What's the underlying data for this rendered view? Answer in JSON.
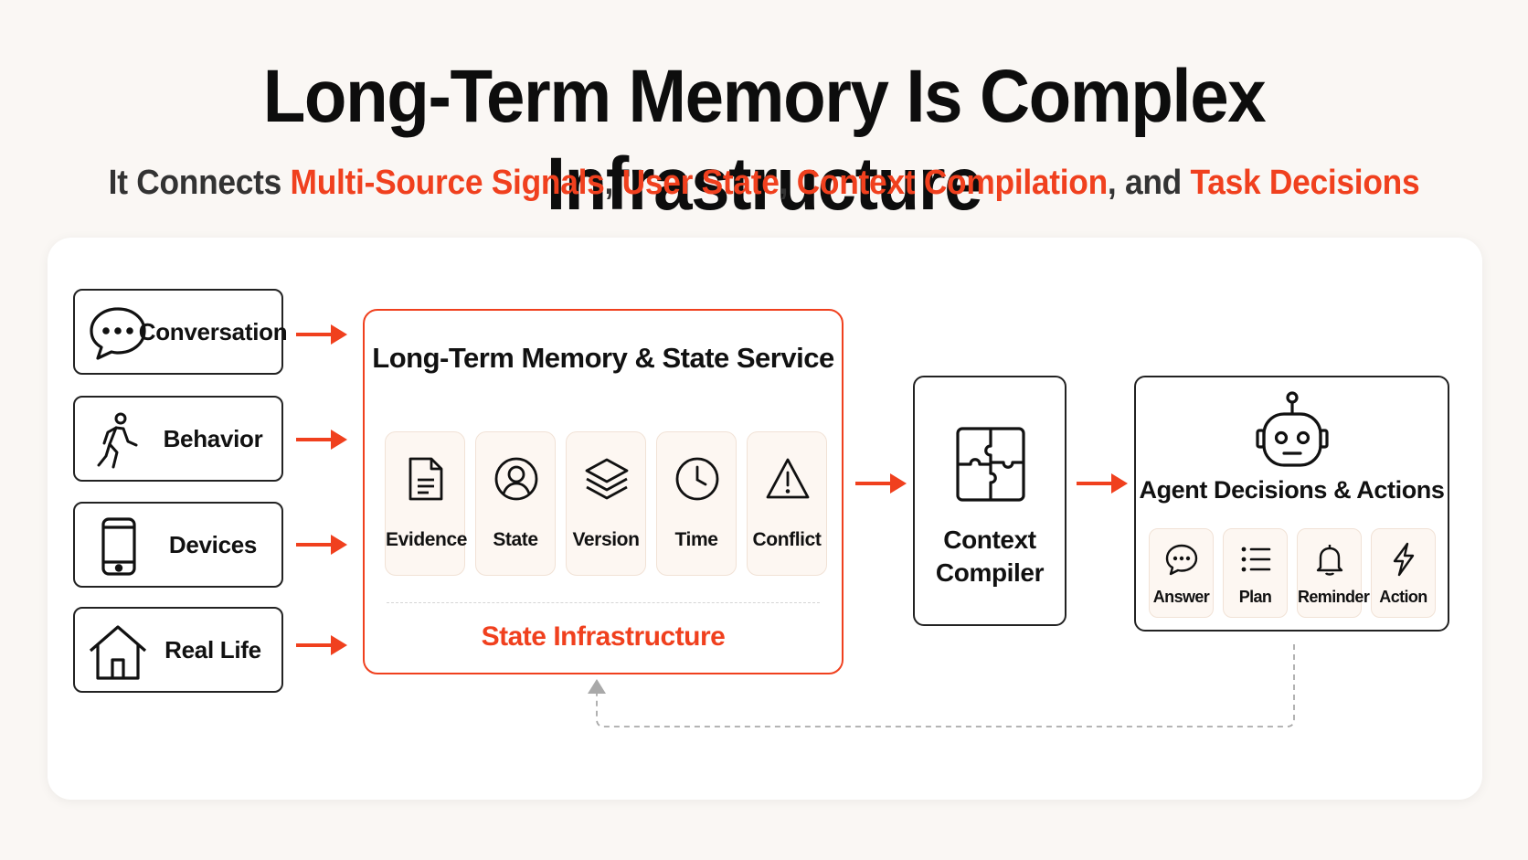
{
  "title": "Long-Term Memory Is Complex Infrastructure",
  "subtitle": {
    "p1": "It Connects ",
    "h1": "Multi-Source Signals",
    "p2": ", ",
    "h2": "User State",
    "p3": ", ",
    "h3": "Context Compilation",
    "p4": ", and ",
    "h4": "Task Decisions"
  },
  "sources": [
    {
      "label": "Conversation",
      "icon": "chat-bubble-icon"
    },
    {
      "label": "Behavior",
      "icon": "walking-person-icon"
    },
    {
      "label": "Devices",
      "icon": "phone-icon"
    },
    {
      "label": "Real Life",
      "icon": "house-icon"
    }
  ],
  "service": {
    "title": "Long-Term Memory & State Service",
    "tiles": [
      {
        "label": "Evidence",
        "icon": "document-icon"
      },
      {
        "label": "State",
        "icon": "user-circle-icon"
      },
      {
        "label": "Version",
        "icon": "layers-icon"
      },
      {
        "label": "Time",
        "icon": "clock-icon"
      },
      {
        "label": "Conflict",
        "icon": "warning-icon"
      }
    ],
    "footer": "State Infrastructure"
  },
  "compiler": {
    "line1": "Context",
    "line2": "Compiler",
    "icon": "puzzle-icon"
  },
  "agent": {
    "title": "Agent Decisions & Actions",
    "icon": "robot-icon",
    "tiles": [
      {
        "label": "Answer",
        "icon": "chat-icon"
      },
      {
        "label": "Plan",
        "icon": "list-icon"
      },
      {
        "label": "Reminder",
        "icon": "bell-icon"
      },
      {
        "label": "Action",
        "icon": "lightning-icon"
      }
    ]
  },
  "colors": {
    "accent": "#f0401e",
    "text": "#111111",
    "background": "#faf7f4"
  }
}
